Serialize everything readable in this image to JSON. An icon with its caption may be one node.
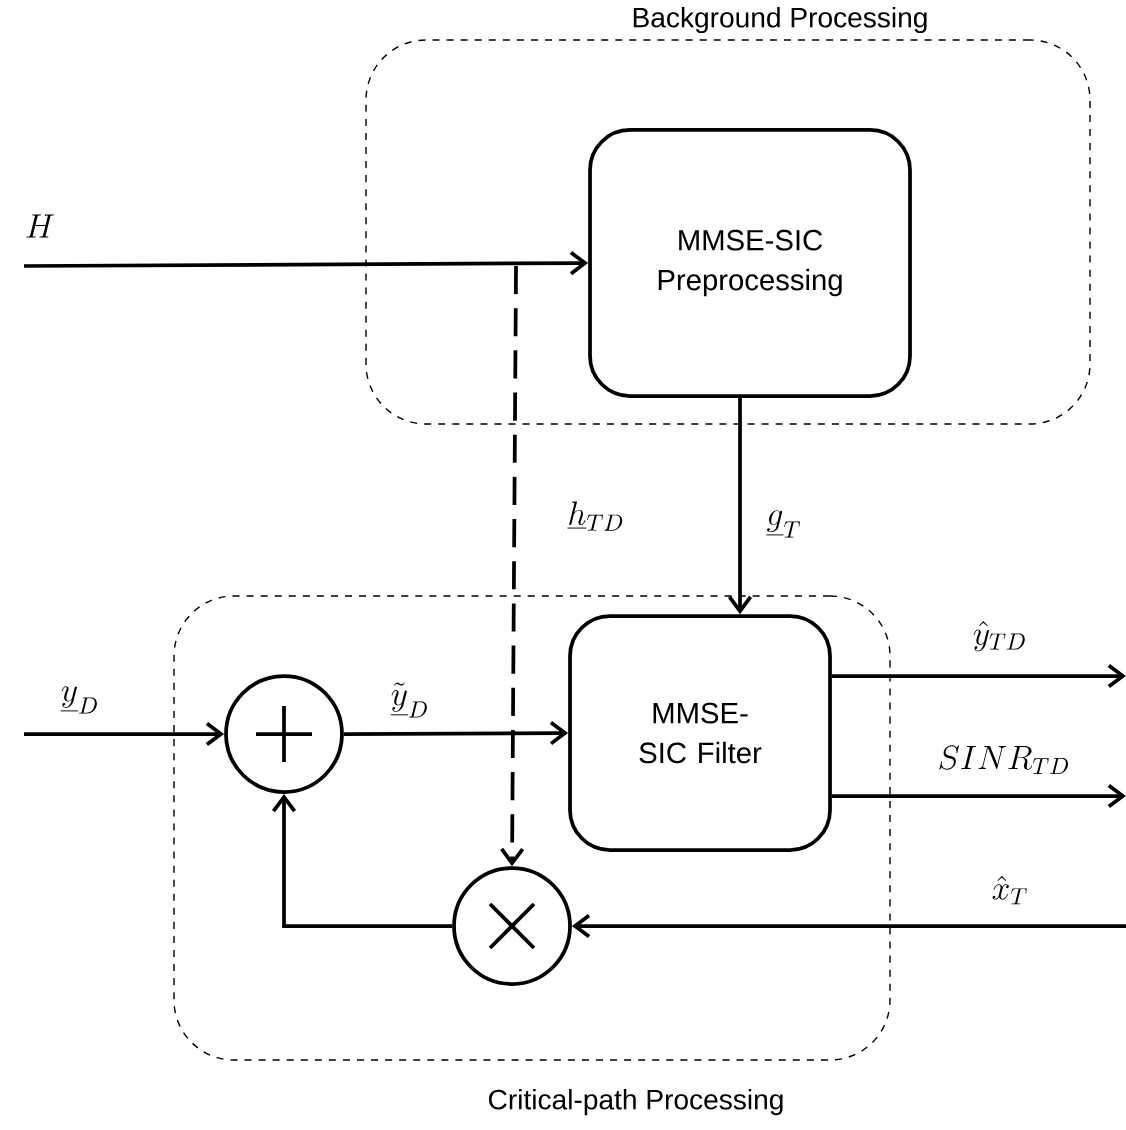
{
  "diagram": {
    "nodes": [
      {
        "text": [
          "Background Processing"
        ]
      },
      {
        "text": [
          "MMSE-SIC Preprocessing"
        ],
        "in": 0
      },
      {
        "text": [
          "Critical-path Processing"
        ]
      },
      {
        "text": [],
        "shape": "circle",
        "in": 2
      },
      {
        "text": [
          "MMSE-SIC Filter"
        ],
        "in": 2
      },
      {
        "text": [],
        "shape": "circle",
        "in": 2
      }
    ],
    "edges": [
      {
        "from": null,
        "to": 1,
        "arrow": "to",
        "label": "H"
      },
      {
        "from": null,
        "to": 5,
        "arrow": "to",
        "label": "\\underline{h}_{TD}",
        "style": "dashed"
      },
      {
        "from": 1,
        "to": 4,
        "arrow": "to",
        "label": "\\underline{g}_{T}"
      },
      {
        "from": null,
        "to": 3,
        "arrow": "to",
        "label": "\\underline{y}_{D}"
      },
      {
        "from": 3,
        "to": 4,
        "arrow": "to",
        "label": "\\tilde{\\underline{y}}_{D}"
      },
      {
        "from": 4,
        "to": null,
        "arrow": "to",
        "label": "\\hat{y}_{TD}"
      },
      {
        "from": 4,
        "to": null,
        "arrow": "to",
        "label": "SINR_{TD}"
      },
      {
        "from": null,
        "to": 5,
        "arrow": "to",
        "label": "\\hat{x}_{T}"
      },
      {
        "from": 5,
        "to": 3,
        "arrow": "to"
      }
    ]
  }
}
